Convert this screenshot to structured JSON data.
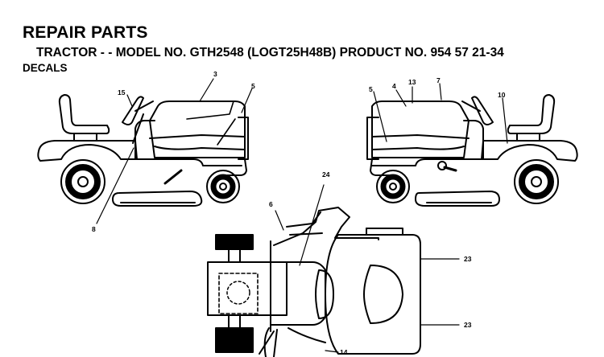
{
  "header": {
    "title": "REPAIR PARTS",
    "subtitle": "TRACTOR - - MODEL NO. GTH2548 (LOGT25H48B) PRODUCT NO. 954 57 21-34",
    "section": "DECALS"
  },
  "callouts": {
    "c3": "3",
    "c5_left": "5",
    "c15": "15",
    "c8": "8",
    "c5_right": "5",
    "c4": "4",
    "c13": "13",
    "c7": "7",
    "c10": "10",
    "c24": "24",
    "c6": "6",
    "c23_top": "23",
    "c23_bottom": "23",
    "c14": "14"
  }
}
